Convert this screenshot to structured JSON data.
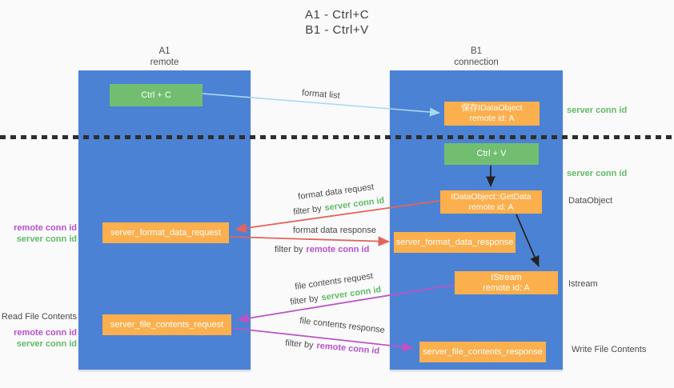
{
  "title": {
    "line1": "A1 - Ctrl+C",
    "line2": "B1 - Ctrl+V"
  },
  "lanes": {
    "left": {
      "title": "A1",
      "subtitle": "remote"
    },
    "right": {
      "title": "B1",
      "subtitle": "connection"
    }
  },
  "nodes": {
    "ctrl_c": {
      "label": "Ctrl + C"
    },
    "save_idataobject": {
      "line1": "保存IDataObject",
      "line2": "remote id: A"
    },
    "ctrl_v": {
      "label": "Ctrl + V"
    },
    "getdata": {
      "line1": "IDataObject::GetData",
      "line2": "remote id: A"
    },
    "format_request": {
      "label": "server_format_data_request"
    },
    "format_response": {
      "label": "server_format_data_response"
    },
    "istream": {
      "line1": "IStream",
      "line2": "remote id: A"
    },
    "file_request": {
      "label": "server_file_contents_request"
    },
    "file_response": {
      "label": "server_file_contents_response"
    }
  },
  "arrow_labels": {
    "format_list": "format list",
    "format_data_request": "format data request",
    "format_data_response": "format data response",
    "file_contents_request": "file contents request",
    "file_contents_response": "file contents response",
    "filter_by": "filter by",
    "server_conn_id": "server conn id",
    "remote_conn_id": "remote conn id"
  },
  "side_labels": {
    "server_conn_id_top": "server conn id",
    "server_conn_id_mid": "server conn id",
    "dataobject": "DataObject",
    "istream": "Istream",
    "write_file_contents": "Write File Contents",
    "read_file_contents": "Read File Contents",
    "remote_conn_id": "remote conn id",
    "server_conn_id": "server conn id"
  },
  "colors": {
    "lane_blue": "#4c82d4",
    "node_orange": "#fbaf4d",
    "node_green": "#72be71",
    "text_green": "#5fbb63",
    "text_purple": "#b850cc",
    "arrow_red": "#e2645c",
    "arrow_purple": "#bb53c5",
    "arrow_light_blue": "#a9d8f3",
    "arrow_black": "#222222",
    "dotted_line": "#2e2e2e"
  }
}
